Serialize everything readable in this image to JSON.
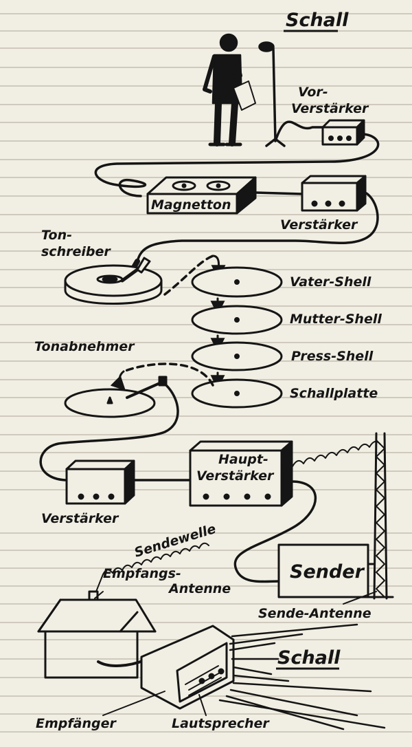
{
  "labels": {
    "title_top": "Schall",
    "vorverstaerker_1": "Vor-",
    "vorverstaerker_2": "Verstärker",
    "magnetton": "Magnetton",
    "verstaerker_1": "Verstärker",
    "tonschreiber_1": "Ton-",
    "tonschreiber_2": "schreiber",
    "vater_shell": "Vater-Shell",
    "mutter_shell": "Mutter-Shell",
    "press_shell": "Press-Shell",
    "schallplatte": "Schallplatte",
    "tonabnehmer": "Tonabnehmer",
    "haupt_1": "Haupt-",
    "haupt_2": "Verstärker",
    "verstaerker_2": "Verstärker",
    "sendewelle": "Sendewelle",
    "empfangs_1": "Empfangs-",
    "empfangs_2": "Antenne",
    "sender": "Sender",
    "sende_antenne": "Sende-Antenne",
    "title_bottom": "Schall",
    "empfaenger": "Empfänger",
    "lautsprecher": "Lautsprecher"
  },
  "colors": {
    "paper": "#f1eee3",
    "ink": "#151515"
  }
}
